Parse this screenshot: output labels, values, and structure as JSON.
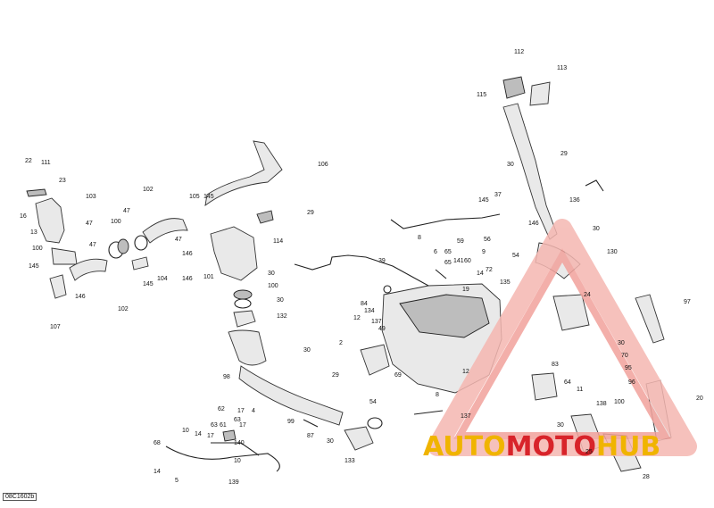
{
  "diagram": {
    "reference_code": "08C1602b",
    "callouts": [
      "22",
      "111",
      "23",
      "16",
      "103",
      "13",
      "47",
      "100",
      "47",
      "145",
      "146",
      "107",
      "102",
      "100",
      "47",
      "102",
      "105",
      "145",
      "47",
      "146",
      "104",
      "145",
      "146",
      "101",
      "106",
      "29",
      "114",
      "30",
      "100",
      "30",
      "132",
      "98",
      "30",
      "29",
      "99",
      "87",
      "54",
      "30",
      "133",
      "62",
      "17",
      "17",
      "4",
      "63",
      "61",
      "63",
      "10",
      "14",
      "68",
      "14",
      "17",
      "140",
      "10",
      "139",
      "5",
      "39",
      "8",
      "6",
      "65",
      "59",
      "56",
      "9",
      "65",
      "141",
      "60",
      "14",
      "72",
      "84",
      "134",
      "12",
      "137",
      "49",
      "2",
      "69",
      "8",
      "137",
      "12",
      "19",
      "135",
      "54",
      "115",
      "112",
      "113",
      "30",
      "29",
      "37",
      "145",
      "136",
      "146",
      "30",
      "130",
      "24",
      "97",
      "83",
      "64",
      "11",
      "138",
      "30",
      "100",
      "30",
      "70",
      "95",
      "96",
      "25",
      "28",
      "20"
    ],
    "colors": {
      "watermark_red": "#d8232a",
      "watermark_yellow": "#f0b400",
      "watermark_outline": "#f5b7b1"
    },
    "watermark": {
      "part1": "AUTO",
      "part2": "MOTO",
      "part3": "HUB"
    }
  }
}
